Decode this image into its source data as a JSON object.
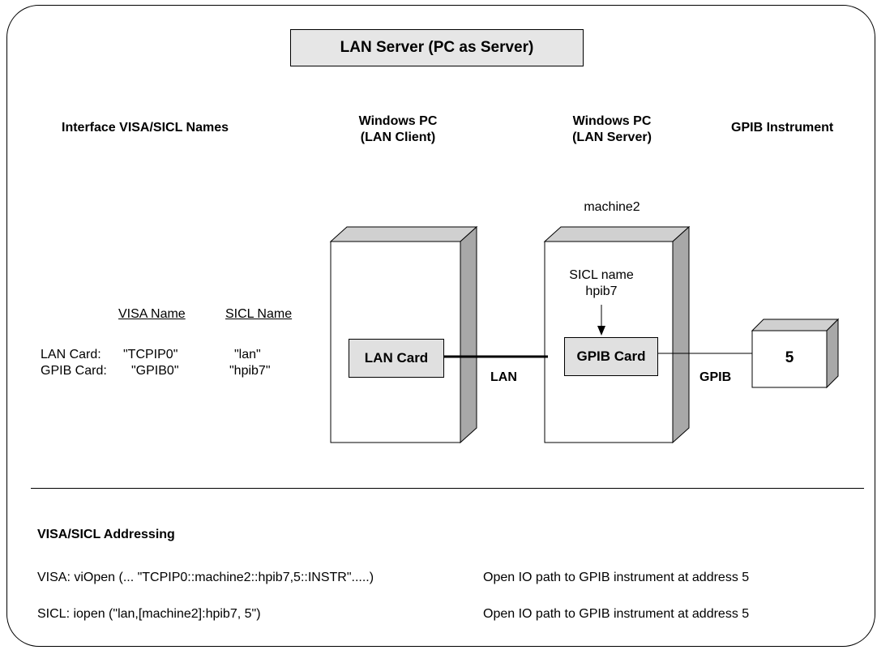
{
  "title": "LAN Server (PC as Server)",
  "headers": {
    "interface_names": "Interface VISA/SICL Names",
    "client_line1": "Windows PC",
    "client_line2": "(LAN Client)",
    "server_line1": "Windows PC",
    "server_line2": "(LAN Server)",
    "instrument": "GPIB Instrument"
  },
  "machine_label": "machine2",
  "sicl_label_line1": "SICL name",
  "sicl_label_line2": "hpib7",
  "name_table": {
    "visa_header": "VISA Name",
    "sicl_header": "SICL Name",
    "rows": [
      {
        "label": "LAN Card:",
        "visa": "\"TCPIP0\"",
        "sicl": "\"lan\""
      },
      {
        "label": "GPIB Card:",
        "visa": "\"GPIB0\"",
        "sicl": "\"hpib7\""
      }
    ]
  },
  "cards": {
    "lan_card": "LAN Card",
    "gpib_card": "GPIB Card"
  },
  "links": {
    "lan": "LAN",
    "gpib": "GPIB"
  },
  "instrument_address": "5",
  "addressing": {
    "heading": "VISA/SICL Addressing",
    "visa_code": "VISA: viOpen (... \"TCPIP0::machine2::hpib7,5::INSTR\".....)",
    "visa_desc": "Open IO path to GPIB instrument at address 5",
    "sicl_code": "SICL:  iopen (\"lan,[machine2]:hpib7, 5\")",
    "sicl_desc": "Open IO path to GPIB instrument at address 5"
  }
}
